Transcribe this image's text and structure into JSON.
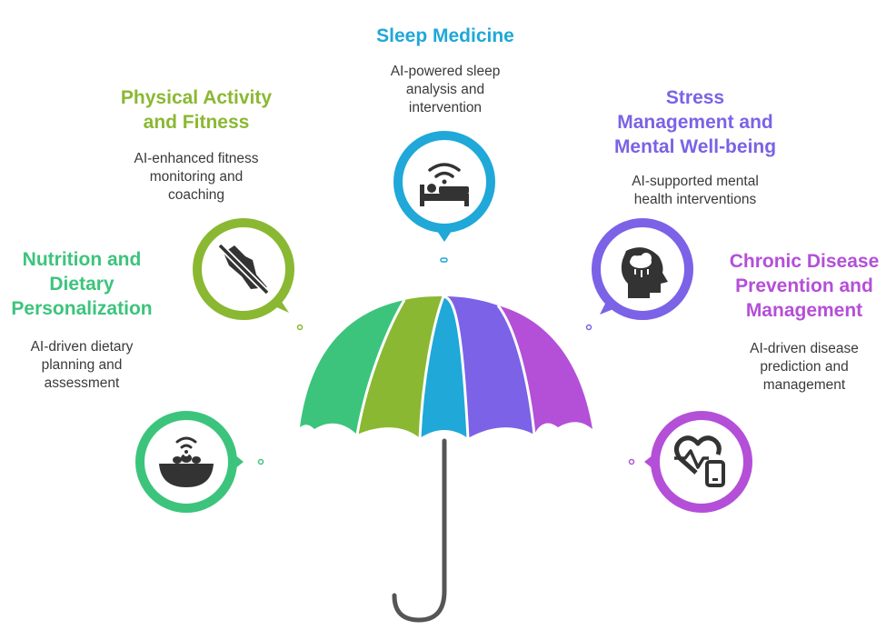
{
  "items": [
    {
      "key": "nutrition",
      "title": "Nutrition and\nDietary\nPersonalization",
      "description": "AI-driven dietary\nplanning and\nassessment",
      "color": "#3cc47c",
      "icon": "food-bowl-icon"
    },
    {
      "key": "fitness",
      "title": "Physical Activity\nand Fitness",
      "description": "AI-enhanced fitness\nmonitoring and\ncoaching",
      "color": "#8ab832",
      "icon": "running-shoe-icon"
    },
    {
      "key": "sleep",
      "title": "Sleep Medicine",
      "description": "AI-powered sleep\nanalysis and\nintervention",
      "color": "#1fa8d8",
      "icon": "bed-wifi-icon"
    },
    {
      "key": "stress",
      "title": "Stress\nManagement and\nMental Well-being",
      "description": "AI-supported mental\nhealth interventions",
      "color": "#7b62e6",
      "icon": "head-raincloud-icon"
    },
    {
      "key": "chronic",
      "title": "Chronic Disease\nPrevention and\nManagement",
      "description": "AI-driven disease\nprediction and\nmanagement",
      "color": "#b44fd8",
      "icon": "heart-monitor-icon"
    }
  ],
  "umbrella": {
    "handle_color": "#555555"
  }
}
